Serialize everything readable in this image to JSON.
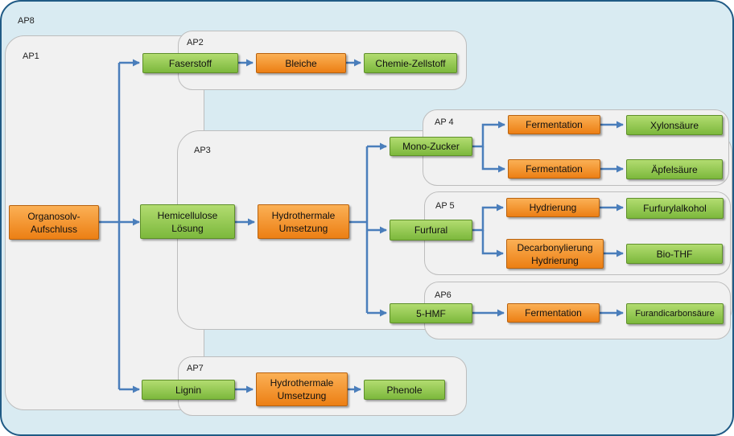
{
  "colors": {
    "frame_border": "#1f5a85",
    "frame_fill": "#d9ebf2",
    "process_green": "#8cc34a",
    "process_orange": "#f39a31",
    "arrow": "#4a7ebb"
  },
  "work_packages": {
    "ap8": "AP8",
    "ap1": "AP1",
    "ap2": "AP2",
    "ap3": "AP3",
    "ap4": "AP 4",
    "ap5": "AP 5",
    "ap6": "AP6",
    "ap7": "AP7"
  },
  "nodes": {
    "organosolv": "Organosolv-\nAufschluss",
    "faserstoff": "Faserstoff",
    "bleiche": "Bleiche",
    "chemie_zellstoff": "Chemie-Zellstoff",
    "hemicellulose": "Hemicellulose\nLösung",
    "hydrothermale_1": "Hydrothermale\nUmsetzung",
    "mono_zucker": "Mono-Zucker",
    "fermentation_1": "Fermentation",
    "xylonsaeure": "Xylonsäure",
    "fermentation_2": "Fermentation",
    "aepfelsaeure": "Äpfelsäure",
    "furfural": "Furfural",
    "hydrierung": "Hydrierung",
    "furfurylalkohol": "Furfurylalkohol",
    "decarbonylierung": "Decarbonylierung\nHydrierung",
    "bio_thf": "Bio-THF",
    "hmf": "5-HMF",
    "fermentation_3": "Fermentation",
    "furandicarbonsaeure": "Furandicarbonsäure",
    "lignin": "Lignin",
    "hydrothermale_2": "Hydrothermale\nUmsetzung",
    "phenole": "Phenole"
  }
}
